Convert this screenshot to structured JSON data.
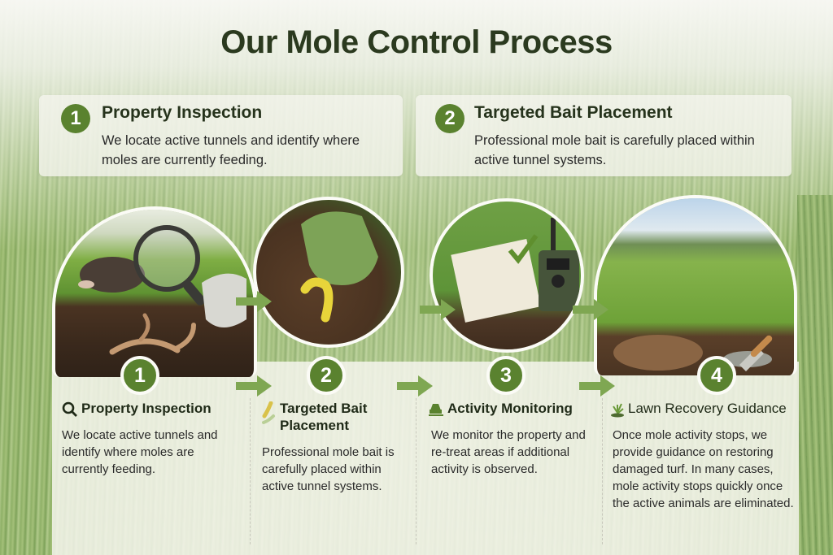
{
  "page": {
    "title": "Our Mole Control Process"
  },
  "summary_cards": [
    {
      "number": "1",
      "title": "Property Inspection",
      "body": "We locate active tunnels and identify where moles are currently feeding."
    },
    {
      "number": "2",
      "title": "Targeted Bait Placement",
      "body": "Professional mole bait is carefully placed within active tunnel systems."
    }
  ],
  "steps": [
    {
      "number": "1",
      "icon": "magnifier-icon",
      "title": "Property Inspection",
      "body": "We locate active tunnels and identify where moles are currently feeding.",
      "image": "mole-in-tunnel-with-magnifying-glass"
    },
    {
      "number": "2",
      "icon": "bait-icon",
      "title": "Targeted Bait Placement",
      "body": "Professional mole bait is carefully placed within active tunnel systems.",
      "image": "gloved-hand-placing-worm-bait"
    },
    {
      "number": "3",
      "icon": "trail-camera-icon",
      "title": "Activity Monitoring",
      "body": "We monitor the property and re-treat areas if additional activity is observed.",
      "image": "notepad-checkmark-and-trail-camera"
    },
    {
      "number": "4",
      "icon": "grass-sprout-icon",
      "title": "Lawn Recovery Guidance",
      "body": "Once mole activity stops, we provide guidance on restoring damaged turf. In many cases, mole activity stops quickly once the active animals are eliminated.",
      "image": "restored-lawn-with-trowel"
    }
  ],
  "colors": {
    "accent_green": "#5a822f",
    "title_text": "#2b3a1f",
    "panel_bg": "#f4f4ec",
    "body_text": "#2a2a2a"
  }
}
